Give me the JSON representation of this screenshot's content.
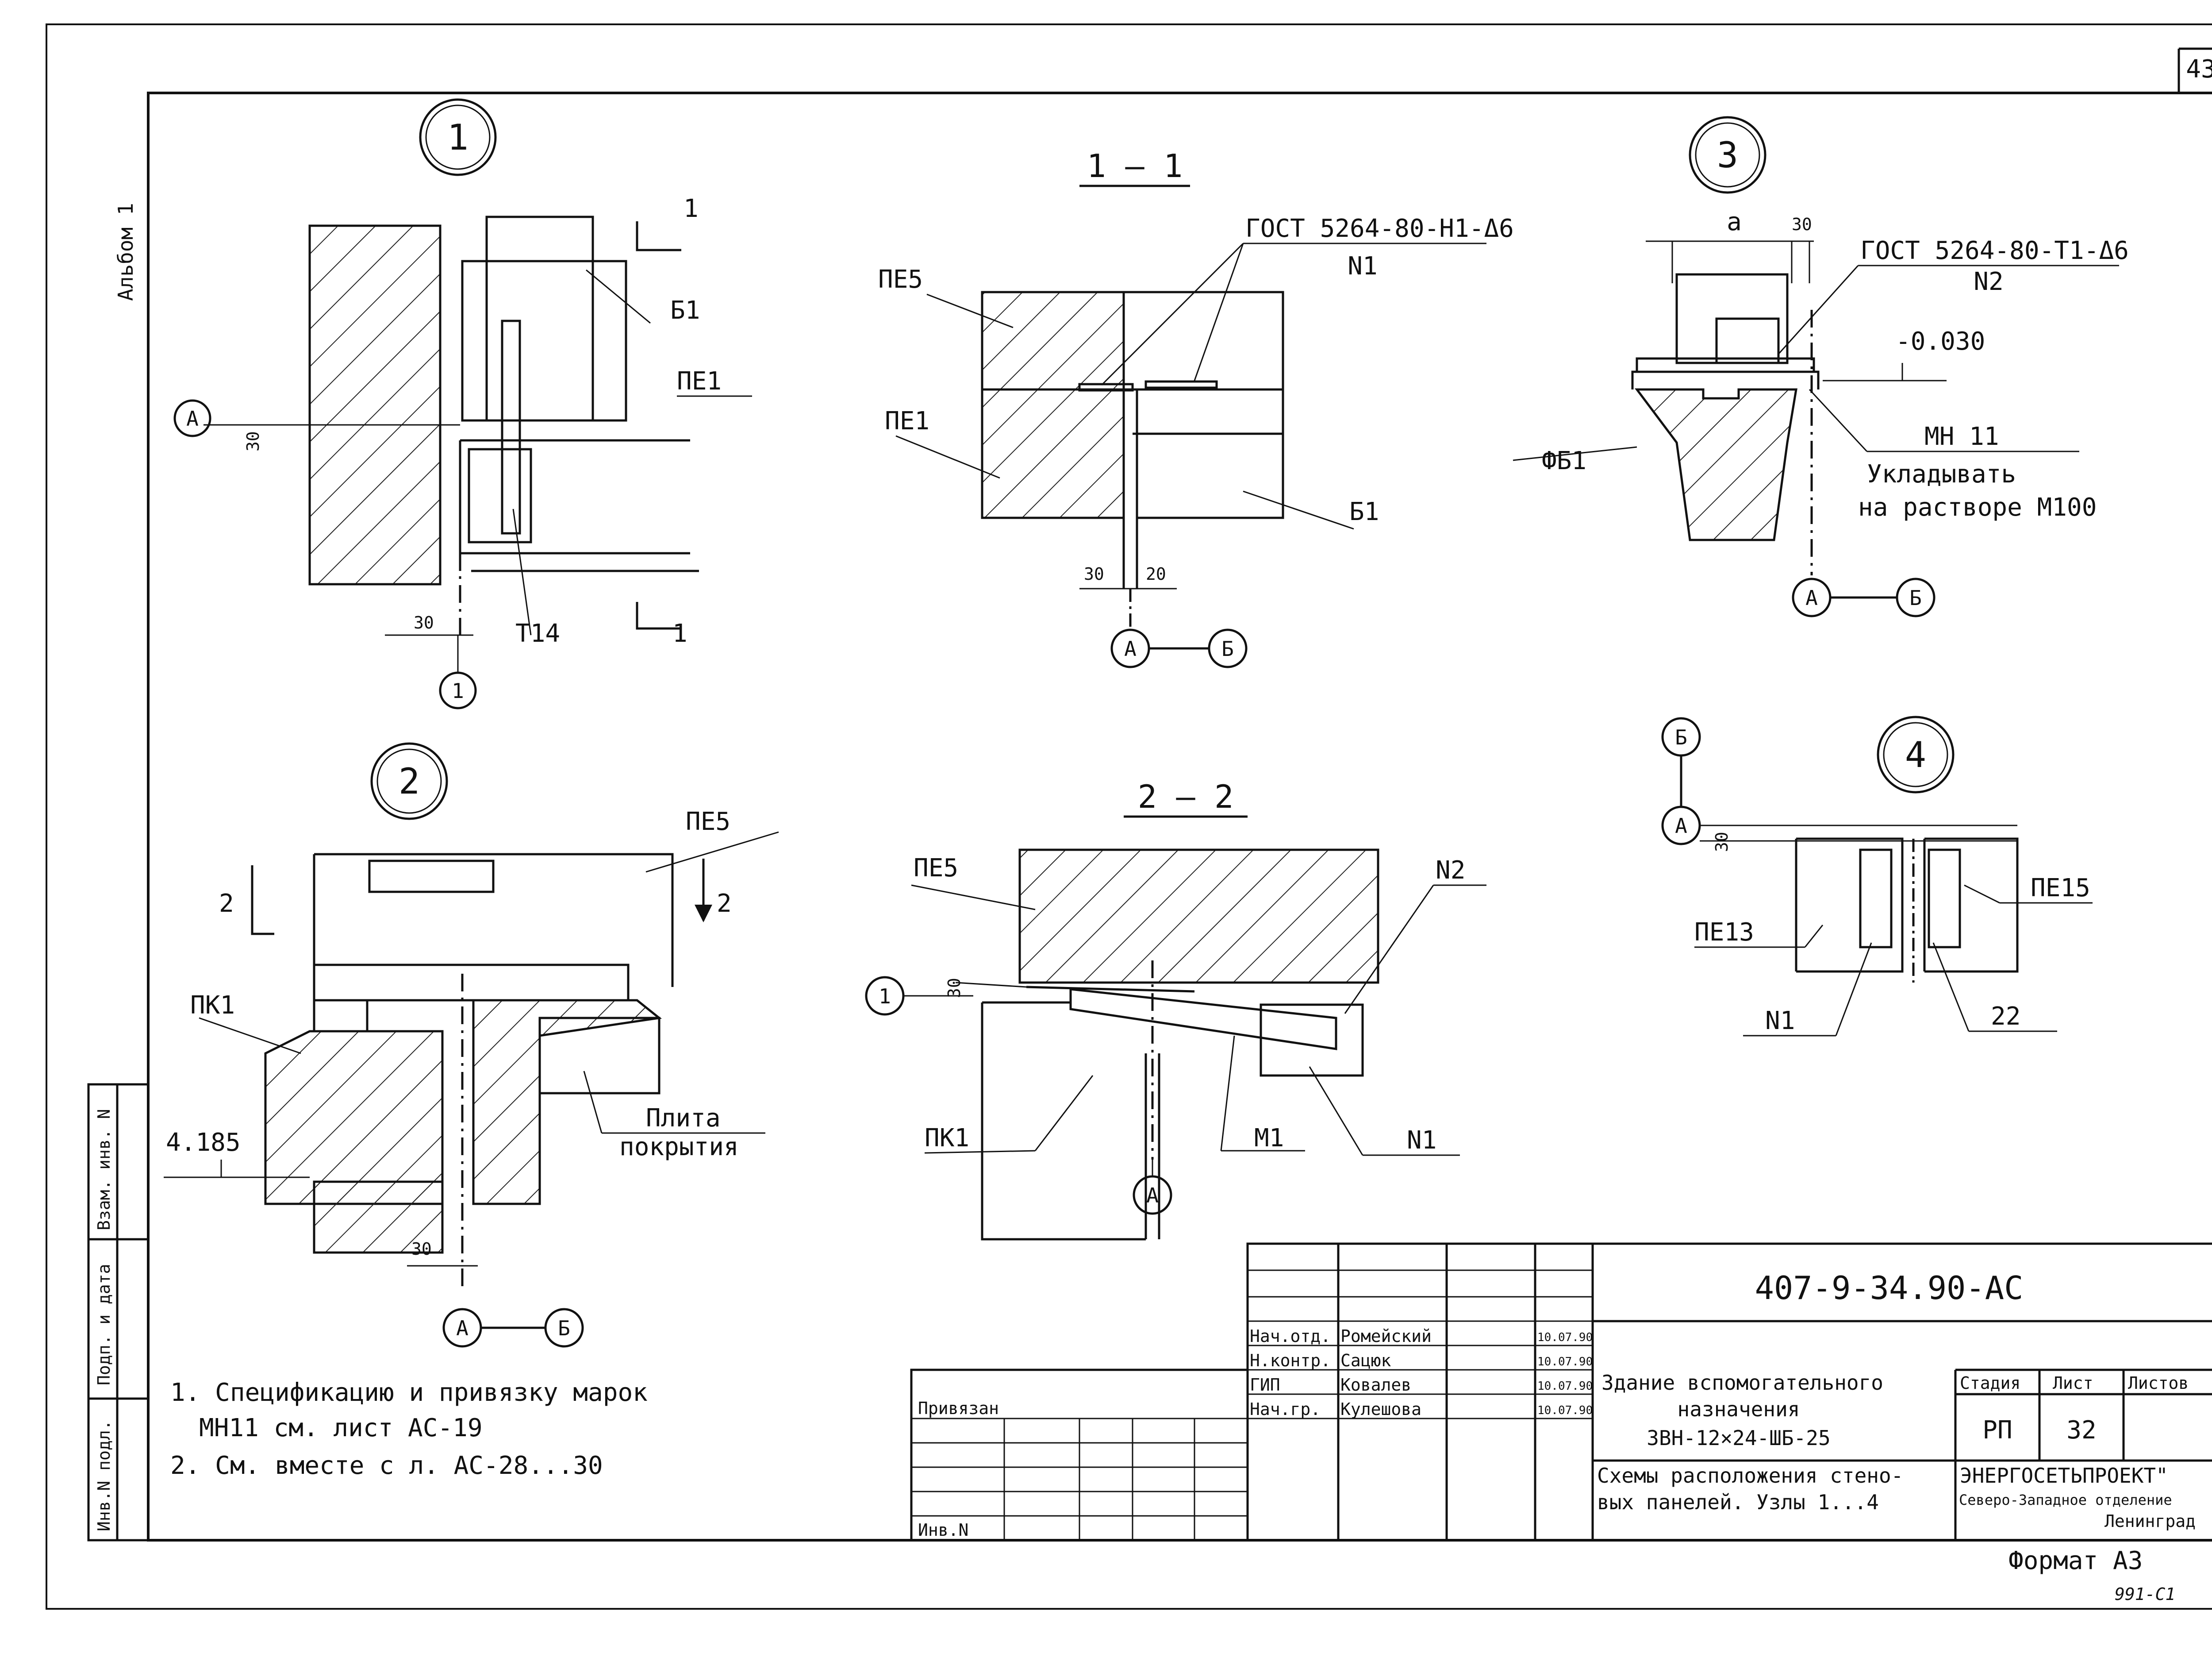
{
  "page_number": "43",
  "album_label": "Альбом 1",
  "side_stamps": [
    "Инв.N подл.",
    "Подп. и дата",
    "Взам. инв. N"
  ],
  "nodes": {
    "n1": {
      "bubble": "1",
      "section_mark": "1",
      "labels": {
        "b1": "Б1",
        "pe1": "ПЕ1",
        "t14": "Т14",
        "axis_a": "А",
        "axis_1": "1"
      },
      "dims": {
        "d30_v": "30",
        "d30_h": "30"
      }
    },
    "s11": {
      "title": "1 — 1",
      "gost": "ГОСТ 5264-80-Н1-Δ6",
      "gost_sub": "N1",
      "labels": {
        "pe5": "ПЕ5",
        "pe1": "ПЕ1",
        "b1": "Б1",
        "axis_a": "А",
        "axis_b": "Б"
      },
      "dims": {
        "d30": "30",
        "d20": "20"
      }
    },
    "n3": {
      "bubble": "3",
      "labels": {
        "a": "а",
        "d30": "30",
        "gost": "ГОСТ 5264-80-Т1-Δ6",
        "gost_sub": "N2",
        "elev": "-0.030",
        "fb1": "ФБ1",
        "mn11": "МН 11",
        "lay1": "Укладывать",
        "lay2": "на растворе М100",
        "axis_a": "А",
        "axis_b": "Б"
      }
    },
    "n2": {
      "bubble": "2",
      "labels": {
        "sec2l": "2",
        "sec2r": "2",
        "pe5": "ПЕ5",
        "pk1": "ПК1",
        "plate1": "Плита",
        "plate2": "покрытия",
        "elev": "4.185",
        "d30": "30",
        "axis_a": "А",
        "axis_b": "Б"
      }
    },
    "s22": {
      "title": "2 — 2",
      "labels": {
        "pe5": "ПЕ5",
        "n2": "N2",
        "axis_1": "1",
        "d30": "30",
        "pk1": "ПК1",
        "axis_a": "А",
        "m1": "М1",
        "n1": "N1"
      }
    },
    "n4": {
      "bubble": "4",
      "labels": {
        "axis_b": "Б",
        "axis_a": "А",
        "d30": "30",
        "pe13": "ПЕ13",
        "pe15": "ПЕ15",
        "n1": "N1",
        "d22": "22"
      }
    }
  },
  "notes": [
    "1. Спецификацию и привязку марок",
    "МН11 см. лист АС-19",
    "2. См. вместе с л. АС-28...30"
  ],
  "title_block": {
    "doc_code": "407-9-34.90-АС",
    "roles": [
      {
        "role": "Нач.отд.",
        "name": "Ромейский",
        "date": "10.07.90"
      },
      {
        "role": "Н.контр.",
        "name": "Сацюк",
        "date": "10.07.90"
      },
      {
        "role": "ГИП",
        "name": "Ковалев",
        "date": "10.07.90"
      },
      {
        "role": "Нач.гр.",
        "name": "Кулешова",
        "date": "10.07.90"
      }
    ],
    "building_title": [
      "Здание вспомогательного",
      "назначения",
      "3ВН-12×24-ШБ-25"
    ],
    "sheet_title": [
      "Схемы расположения стено-",
      "вых панелей. Узлы 1...4"
    ],
    "col_stage": "Стадия",
    "col_sheet": "Лист",
    "col_sheets": "Листов",
    "stage": "РП",
    "sheet": "32",
    "org": [
      "ЭНЕРГОСЕТЬПРОЕКТ\"",
      "Северо-Западное отделение",
      "Ленинград"
    ],
    "privyazan": "Привязан",
    "inv_n": "Инв.N"
  },
  "format": "Формат А3",
  "corner_note": "991-С1"
}
